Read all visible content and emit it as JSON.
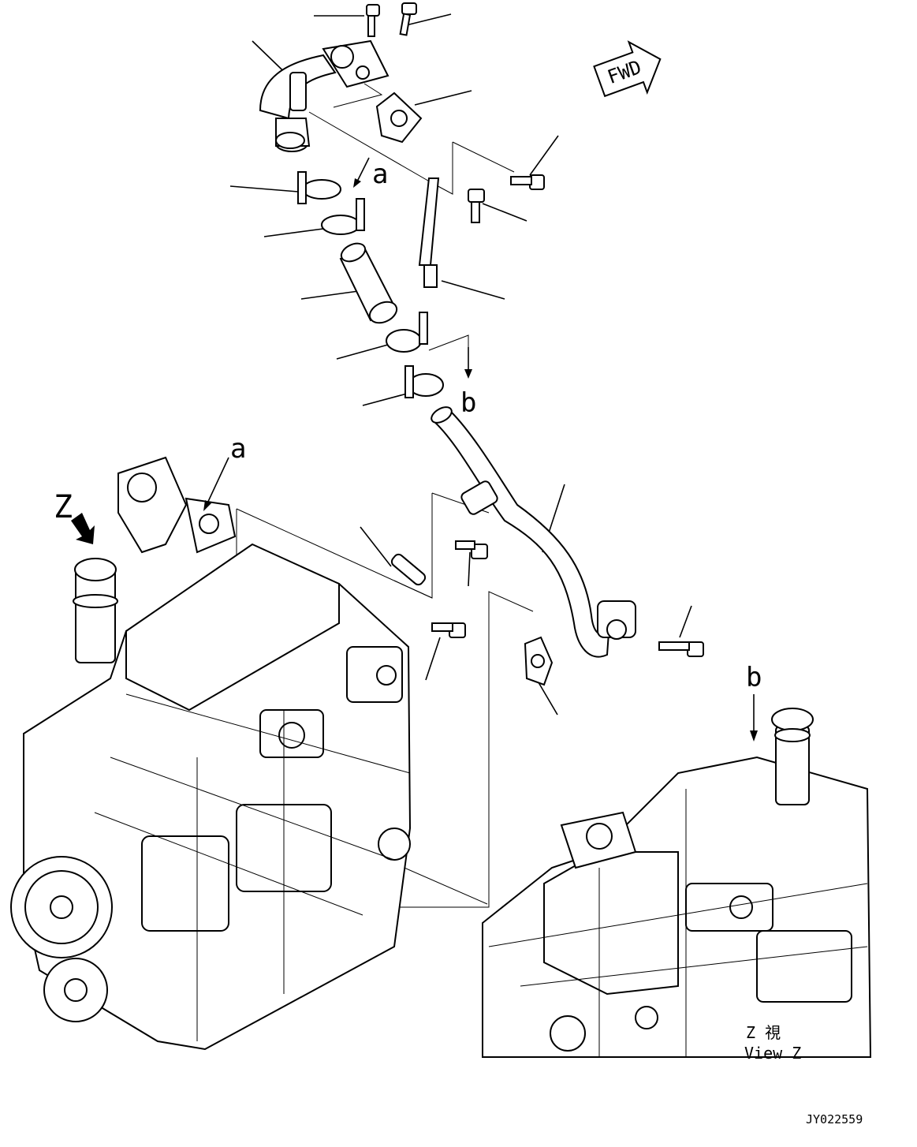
{
  "labels": {
    "a_top": "a",
    "b_top": "b",
    "a_engine": "a",
    "b_view": "b",
    "z_marker": "Z",
    "fwd": "FWD",
    "view_jp": "Z 視",
    "view_en": "View Z",
    "drawing_id": "JY022559"
  },
  "icons": {
    "fwd_arrow": "fwd-arrow-icon",
    "view_arrow": "hatched-arrow-icon"
  }
}
